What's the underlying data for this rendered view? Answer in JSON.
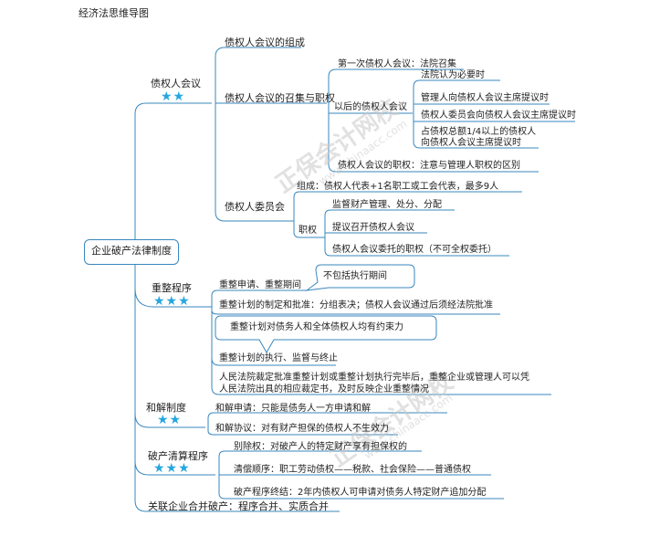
{
  "page_title": "经济法思维导图",
  "root": "企业破产法律制度",
  "b1": {
    "label": "债权人会议",
    "stars": "★★",
    "c1": "债权人会议的组成",
    "c2": "债权人会议的召集与职权",
    "first": "第一次债权人会议：法院召集",
    "later": "以后的债权人会议",
    "later_items": [
      "法院认为必要时",
      "管理人向债权人会议主席提议时",
      "债权人委员会向债权人会议主席提议时",
      "占债权总额1/4以上的债权人",
      "向债权人会议主席提议时"
    ],
    "duty": "债权人会议的职权：注意与管理人职权的区别",
    "c3": "债权人委员会",
    "comp": "组成：债权人代表+1名职工或工会代表，最多9人",
    "power": "职权",
    "powers": [
      "监督财产管理、处分、分配",
      "提议召开债权人会议",
      "债权人会议委托的职权（不可全权委托）"
    ]
  },
  "b2": {
    "label": "重整程序",
    "stars": "★★★",
    "c1": "重整申请、重整期间",
    "callout1": "不包括执行期间",
    "c2": "重整计划的制定和批准：分组表决；债权人会议通过后须经法院批准",
    "callout2": "重整计划对债务人和全体债权人均有约束力",
    "c3": "重整计划的执行、监督与终止",
    "c4a": "人民法院裁定批准重整计划或重整计划执行完毕后，重整企业或管理人可以凭",
    "c4b": "人民法院出具的相应裁定书，及时反映企业重整情况"
  },
  "b3": {
    "label": "和解制度",
    "stars": "★★",
    "c1": "和解申请：只能是债务人一方申请和解",
    "c2": "和解协议：对有财产担保的债权人不生效力"
  },
  "b4": {
    "label": "破产清算程序",
    "stars": "★★★",
    "c1": "别除权：对破产人的特定财产享有担保权的",
    "c2": "清偿顺序：职工劳动债权——税款、社会保险——普通债权",
    "c3": "破产程序终结：2年内债权人可申请对债务人特定财产追加分配"
  },
  "b5": {
    "label": "关联企业合并破产：程序合并、实质合并"
  },
  "watermark": {
    "text1": "正保会计网校",
    "url1": "www.chinaacc.com",
    "text2": "正保会计网校",
    "url2": "www.chinaacc.com"
  }
}
